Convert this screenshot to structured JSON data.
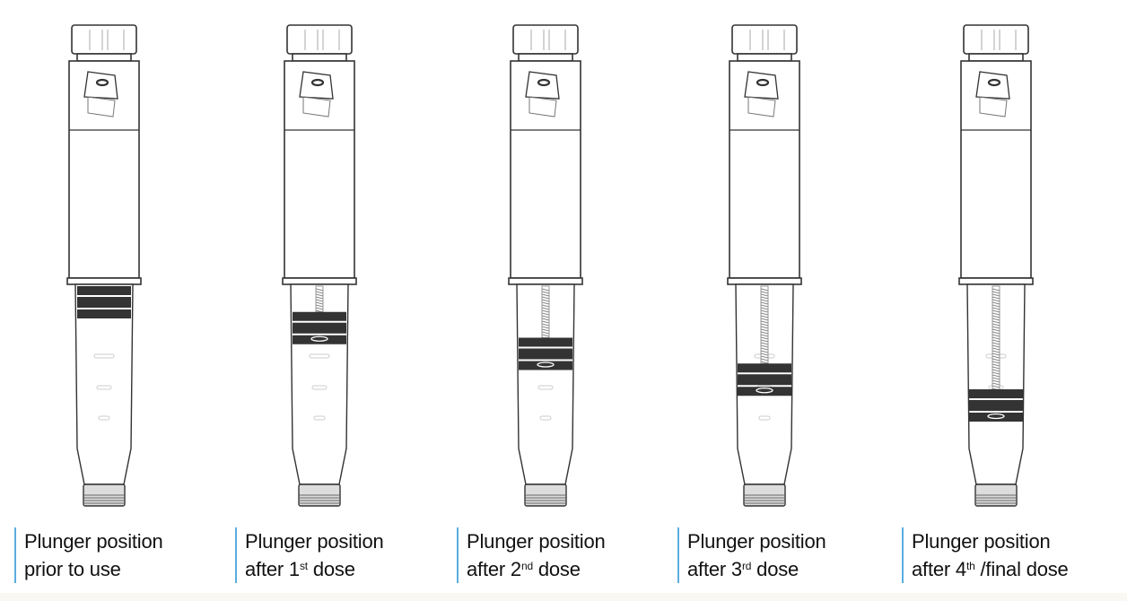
{
  "pens": [
    {
      "line1": "Plunger position",
      "pre": "prior to use",
      "sup": "",
      "post": "",
      "plunger_progress": 0
    },
    {
      "line1": "Plunger position",
      "pre": "after 1",
      "sup": "st",
      "post": " dose",
      "plunger_progress": 0.25
    },
    {
      "line1": "Plunger position",
      "pre": "after 2",
      "sup": "nd",
      "post": " dose",
      "plunger_progress": 0.5
    },
    {
      "line1": "Plunger position",
      "pre": "after 3",
      "sup": "rd",
      "post": " dose",
      "plunger_progress": 0.75
    },
    {
      "line1": "Plunger position",
      "pre": "after 4",
      "sup": "th",
      "post": " /final dose",
      "plunger_progress": 1
    }
  ],
  "colors": {
    "accent": "#5aaee0",
    "outline": "#333333",
    "plunger": "#333333"
  }
}
